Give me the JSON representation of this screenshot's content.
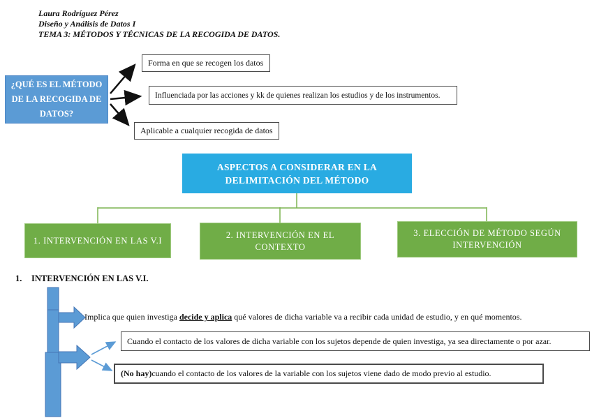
{
  "header": {
    "author": "Laura Rodríguez Pérez",
    "course": "Diseño y Análisis de Datos I",
    "topic": "TEMA 3: MÉTODOS Y TÉCNICAS DE LA RECOGIDA DE DATOS."
  },
  "question_diagram": {
    "question": "¿QUÉ ES EL MÉTODO DE LA RECOGIDA DE DATOS?",
    "answers": [
      "Forma en que se recogen los datos",
      "Influenciada por las acciones y kk de quienes realizan los estudios y de los instrumentos.",
      "Aplicable a cualquier recogida de datos"
    ]
  },
  "aspects_diagram": {
    "root": "ASPECTOS A CONSIDERAR EN LA DELIMITACIÓN DEL MÉTODO",
    "children": [
      "1. INTERVENCIÓN EN LAS V.I",
      "2. INTERVENCIÓN EN EL CONTEXTO",
      "3. ELECCIÓN DE MÉTODO SEGÚN INTERVENCIÓN"
    ]
  },
  "section1": {
    "number": "1.",
    "title": "INTERVENCIÓN EN LAS V.I.",
    "definition": {
      "prefix": "Implica que quien investiga ",
      "emphasis": "decide y aplica",
      "suffix": " qué valores de dicha variable va a recibir cada unidad de estudio, y en qué momentos."
    },
    "case_direct": "Cuando el contacto de los valores de dicha variable con los sujetos depende de quien investiga, ya sea directamente o por azar.",
    "case_absent": {
      "emphasis": "(No hay)",
      "suffix": " cuando el contacto de los valores de la variable con los sujetos viene dado de modo previo al estudio."
    }
  },
  "colors": {
    "shape_blue": "#5b9bd5",
    "shape_blue_border": "#4576b5",
    "shape_cyan": "#29abe2",
    "shape_green": "#70ad47",
    "shape_green_border": "#9dc97d",
    "connector_green": "#7cb450",
    "arrow_black": "#111111",
    "box_border_gray": "#4a4a4a"
  }
}
